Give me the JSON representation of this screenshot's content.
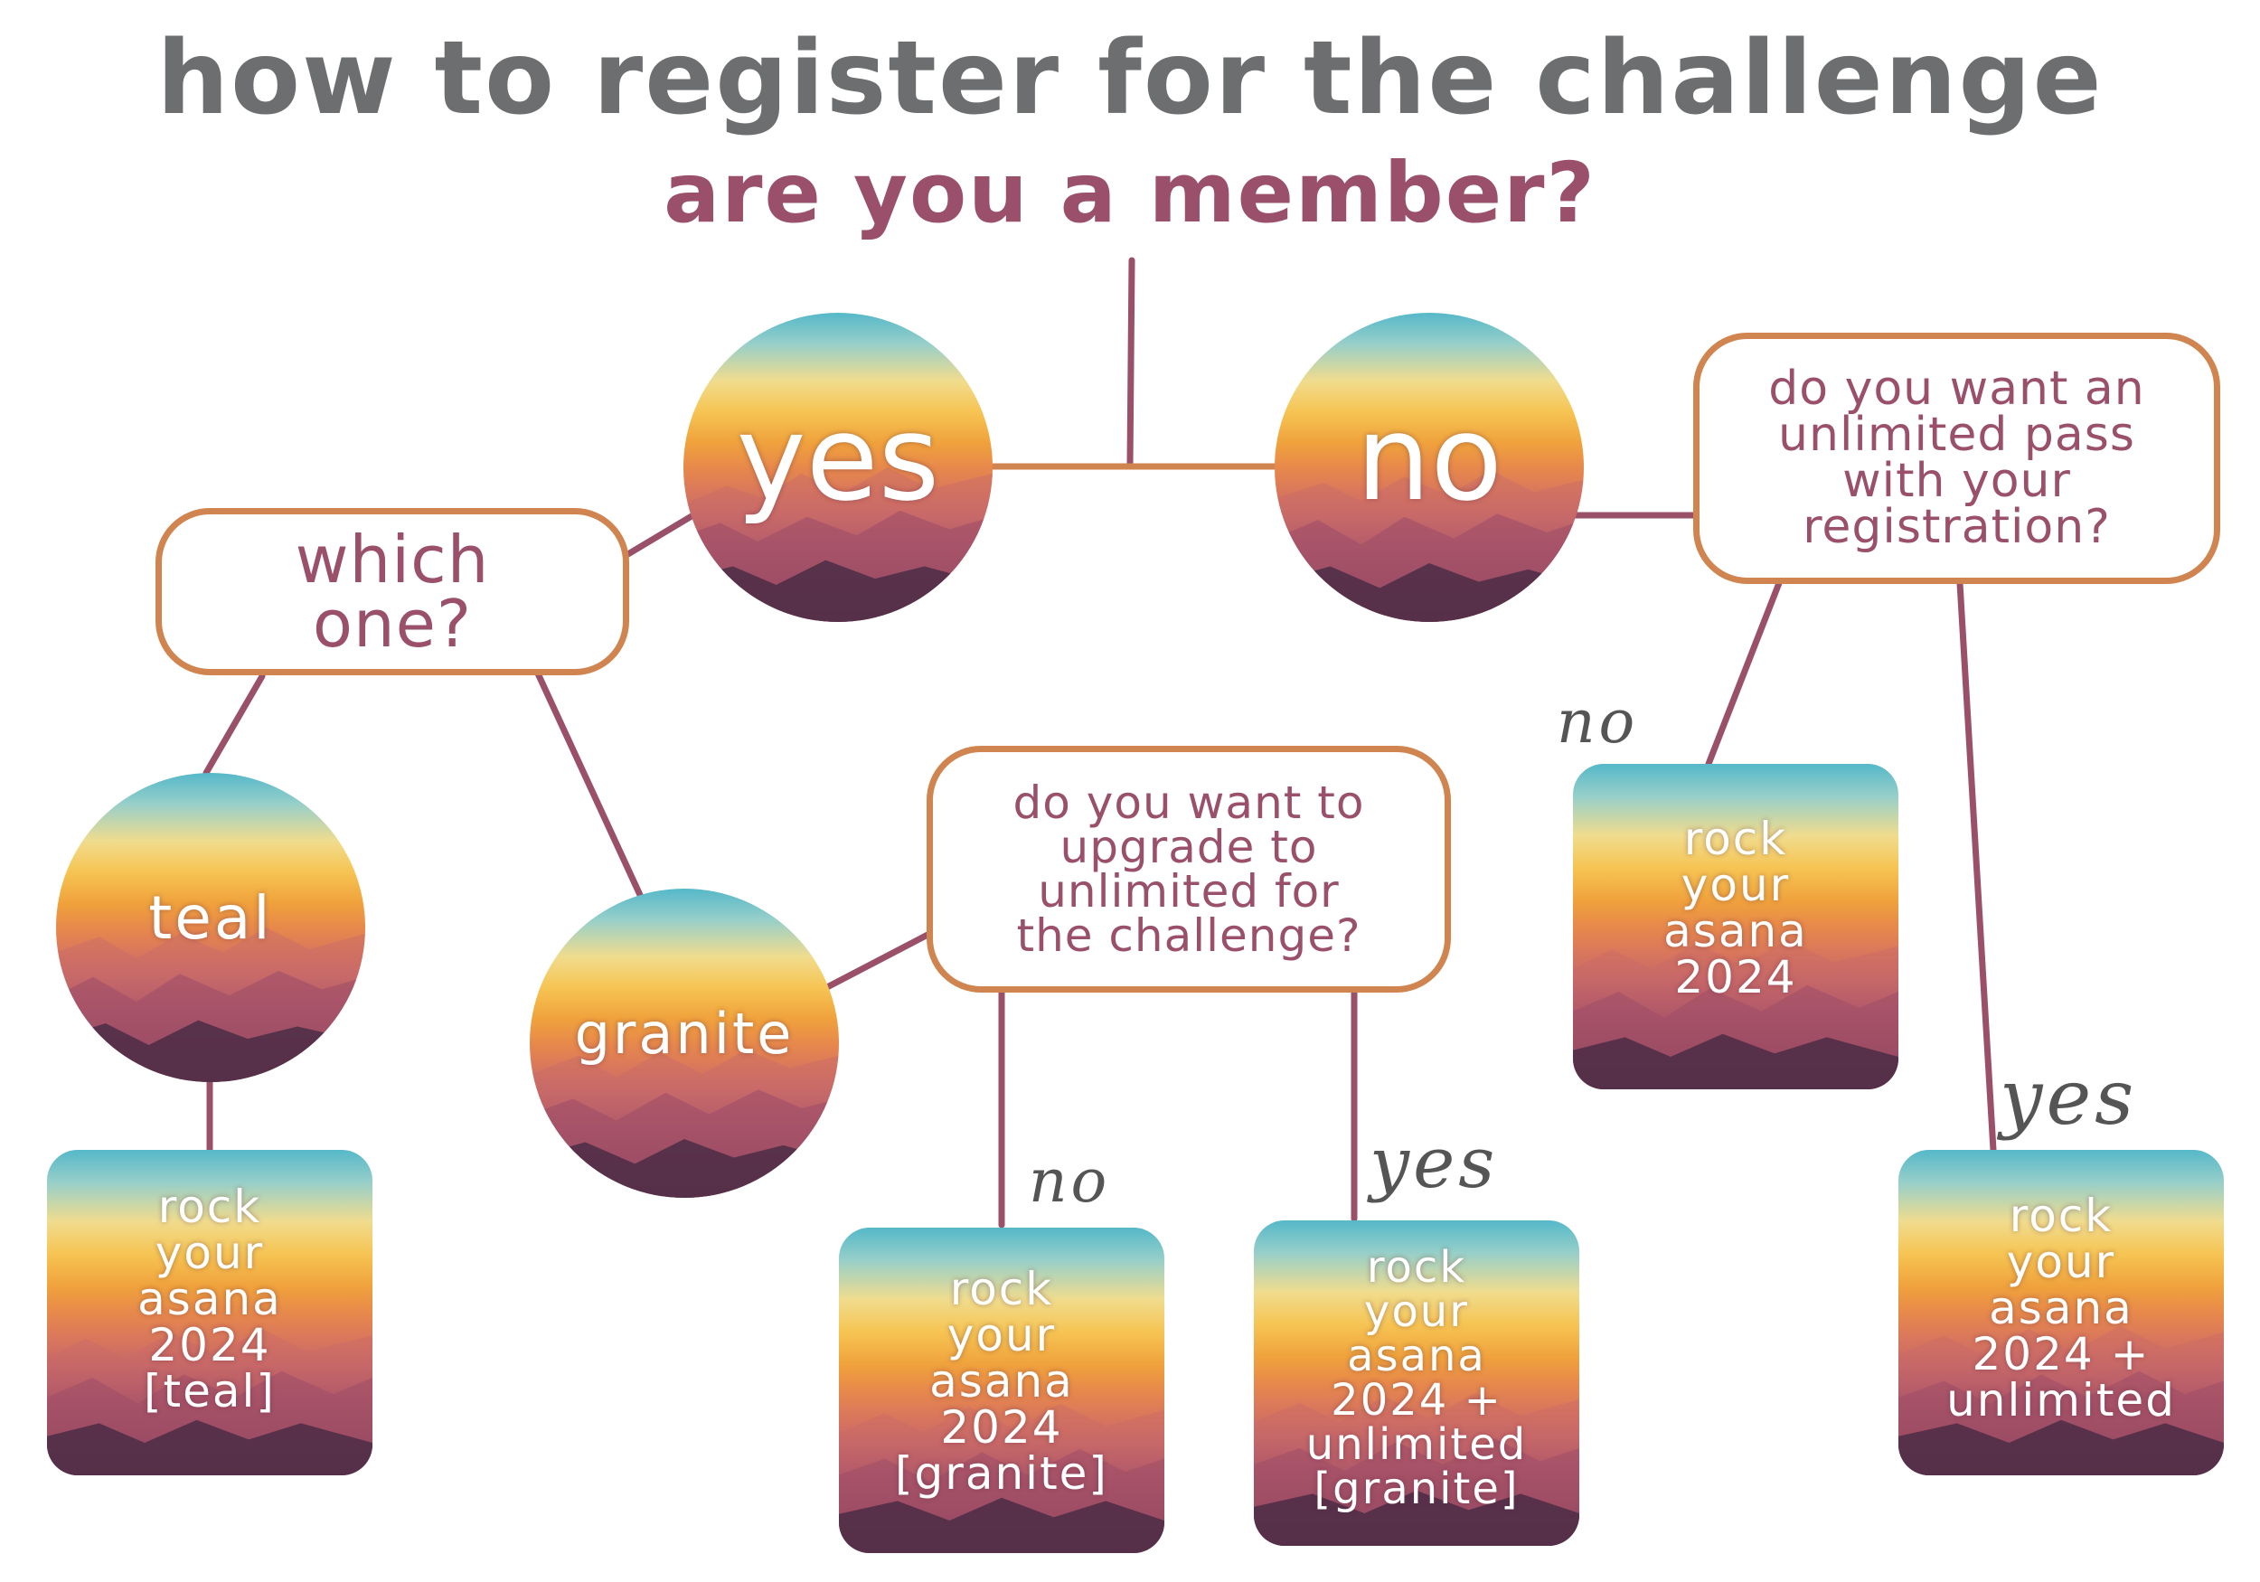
{
  "title": "how to register for the challenge",
  "subtitle": "are you a member?",
  "nodes": {
    "yes": "yes",
    "no": "no",
    "which_one": "which\none?",
    "teal": "teal",
    "granite": "granite",
    "upgrade_question": "do you want to\nupgrade to\nunlimited for\nthe challenge?",
    "unlimited_question": "do you want an\nunlimited pass\nwith your\nregistration?"
  },
  "cards": {
    "teal": "rock\nyour\nasana\n2024\n[teal]",
    "granite": "rock\nyour\nasana\n2024\n[granite]",
    "granite_unlimited": "rock\nyour\nasana\n2024 +\nunlimited\n[granite]",
    "nonmember": "rock\nyour\nasana\n2024",
    "nonmember_unlimited": "rock\nyour\nasana\n2024 +\nunlimited"
  },
  "branch_labels": {
    "upgrade_no": "no",
    "upgrade_yes": "yes",
    "pass_no": "no",
    "pass_yes": "yes"
  },
  "colors": {
    "title_gray": "#6d6e70",
    "plum": "#9a4f6b",
    "connector": "#9a5069",
    "orange": "#d08550"
  }
}
